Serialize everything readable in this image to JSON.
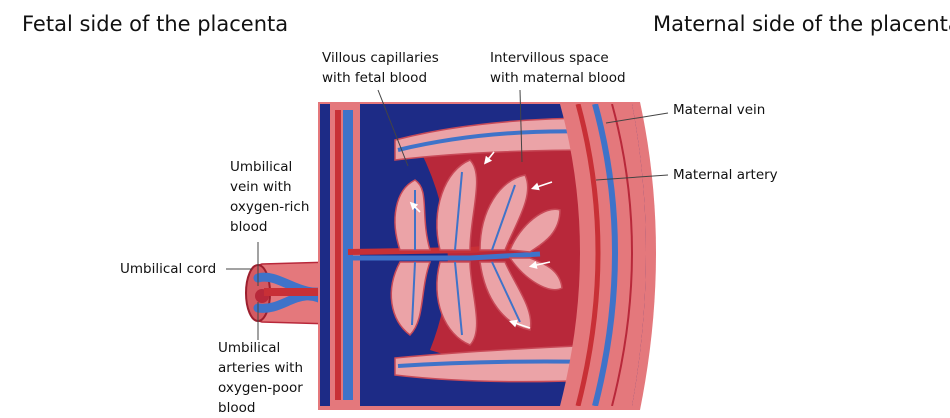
{
  "headings": {
    "fetal_side": "Fetal side of the placenta",
    "maternal_side": "Maternal side of the placenta"
  },
  "labels": {
    "villous_capillaries": "Villous capillaries\nwith fetal blood",
    "intervillous_space": "Intervillous space\nwith maternal blood",
    "maternal_vein": "Maternal vein",
    "maternal_artery": "Maternal artery",
    "umbilical_vein": "Umbilical\nvein with\noxygen-rich\nblood",
    "umbilical_cord": "Umbilical cord",
    "umbilical_arteries": "Umbilical\narteries with\noxygen-poor\nblood"
  },
  "colors": {
    "outer_tissue": "#e4787c",
    "intervillous_blue": "#1d2b86",
    "maternal_blood": "#b8283a",
    "villus_pink": "#eba3a7",
    "fetal_vessel_blue": "#3f73c9",
    "fetal_vessel_red": "#c83036"
  }
}
